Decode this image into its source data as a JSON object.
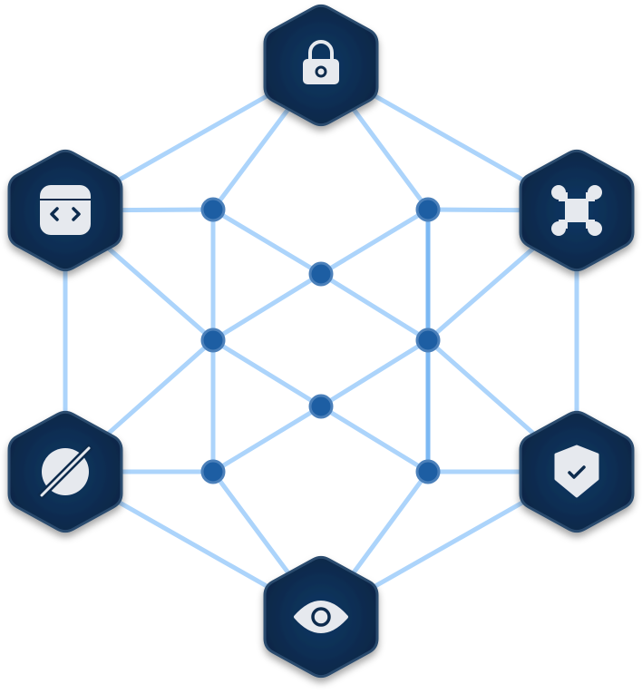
{
  "colors": {
    "edge": "#acd4fb",
    "edge_emphasis": "#7cb9f3",
    "hub_fill": "#1d5ea3",
    "hub_stroke": "#4b80ba",
    "hex_fill": "#0d2b4d",
    "hex_stroke": "#2c4b6e",
    "icon": "#e6e9ee"
  },
  "outer_nodes": [
    {
      "id": "top",
      "icon": "lock-icon"
    },
    {
      "id": "upper-left",
      "icon": "code-window-icon"
    },
    {
      "id": "upper-right",
      "icon": "command-key-icon"
    },
    {
      "id": "lower-left",
      "icon": "disabled-globe-icon"
    },
    {
      "id": "lower-right",
      "icon": "shield-check-icon"
    },
    {
      "id": "bottom",
      "icon": "eye-icon"
    }
  ],
  "inner_nodes": [
    "a",
    "b",
    "c",
    "d",
    "e",
    "f",
    "g",
    "h"
  ],
  "edges": [
    [
      "top",
      "upper-left"
    ],
    [
      "top",
      "upper-right"
    ],
    [
      "upper-left",
      "lower-left"
    ],
    [
      "upper-right",
      "lower-right"
    ],
    [
      "lower-left",
      "bottom"
    ],
    [
      "lower-right",
      "bottom"
    ],
    [
      "top",
      "a"
    ],
    [
      "top",
      "b"
    ],
    [
      "upper-left",
      "a"
    ],
    [
      "upper-right",
      "b"
    ],
    [
      "upper-left",
      "d"
    ],
    [
      "upper-right",
      "e"
    ],
    [
      "lower-left",
      "d"
    ],
    [
      "lower-right",
      "e"
    ],
    [
      "lower-left",
      "g"
    ],
    [
      "lower-right",
      "h"
    ],
    [
      "bottom",
      "g"
    ],
    [
      "bottom",
      "h"
    ],
    [
      "a",
      "d"
    ],
    [
      "d",
      "g"
    ],
    [
      "b",
      "e"
    ],
    [
      "e",
      "h"
    ],
    [
      "a",
      "c"
    ],
    [
      "b",
      "c"
    ],
    [
      "c",
      "d"
    ],
    [
      "c",
      "e"
    ],
    [
      "d",
      "f"
    ],
    [
      "e",
      "f"
    ],
    [
      "f",
      "g"
    ],
    [
      "f",
      "h"
    ]
  ],
  "emphasis_edges": [
    [
      "b",
      "e"
    ],
    [
      "e",
      "h"
    ]
  ]
}
